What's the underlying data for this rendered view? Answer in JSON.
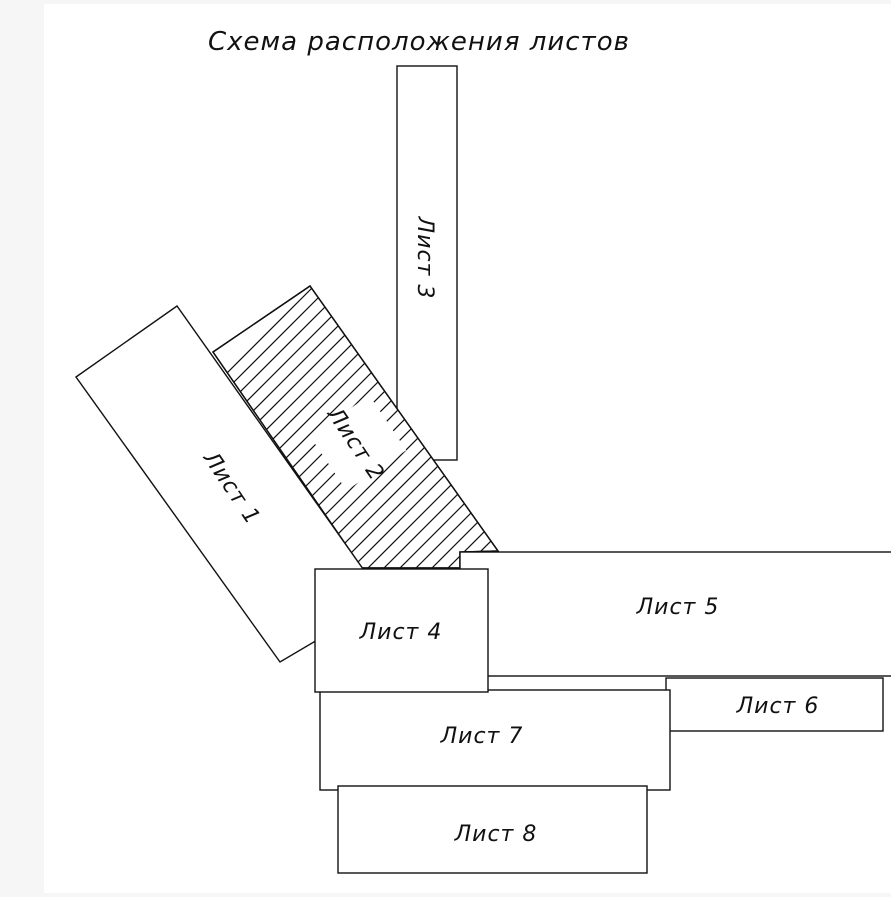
{
  "title": "Схема расположения листов",
  "sheets": [
    {
      "id": "1",
      "label": "Лист 1"
    },
    {
      "id": "2",
      "label": "Лист 2",
      "hatched": true
    },
    {
      "id": "3",
      "label": "Лист 3"
    },
    {
      "id": "4",
      "label": "Лист 4"
    },
    {
      "id": "5",
      "label": "Лист 5"
    },
    {
      "id": "6",
      "label": "Лист 6"
    },
    {
      "id": "7",
      "label": "Лист 7"
    },
    {
      "id": "8",
      "label": "Лист 8"
    }
  ],
  "colors": {
    "stroke": "#111111",
    "fill": "#ffffff",
    "page": "#f6f6f6"
  }
}
